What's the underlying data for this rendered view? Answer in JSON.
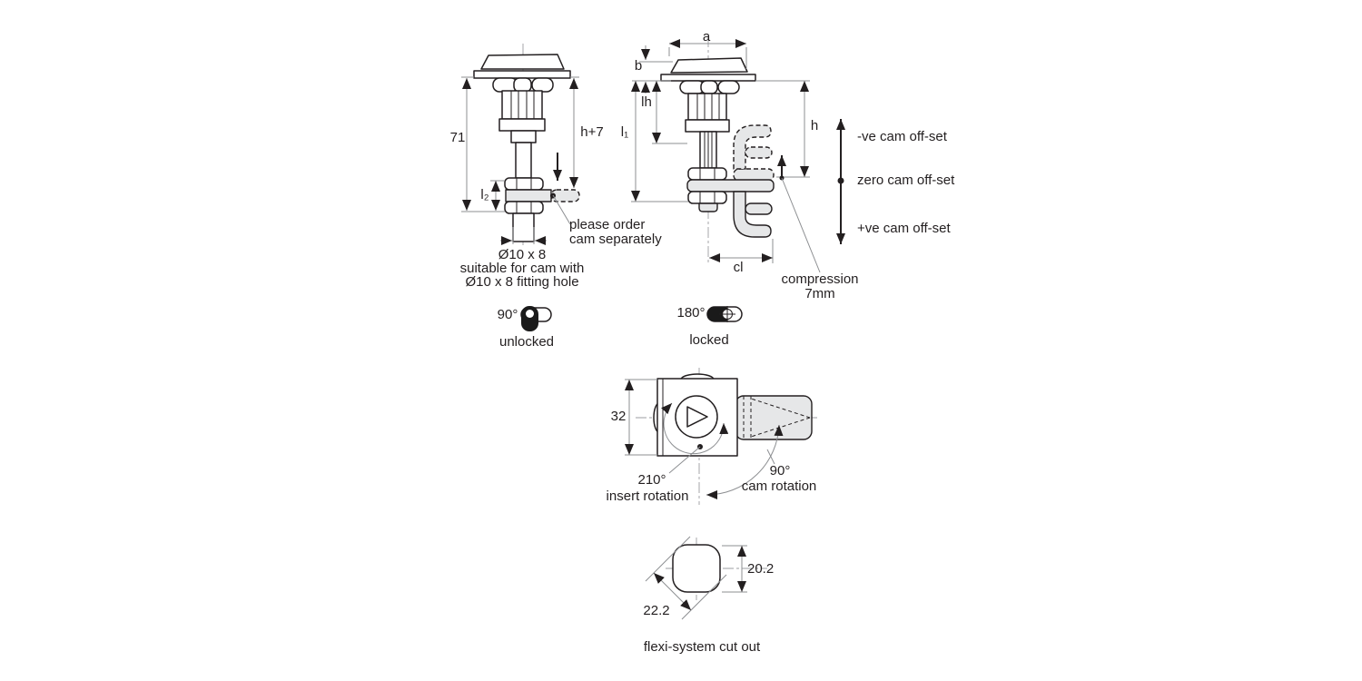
{
  "figure": {
    "left_view": {
      "dim_71": "71",
      "dim_h7": "h+7",
      "dim_l2": "l₂",
      "note_line1": "please order",
      "note_line2": "cam separately",
      "cap_line1": "Ø10 x 8",
      "cap_line2": "suitable for cam with",
      "cap_line3": "Ø10 x 8 fitting hole"
    },
    "right_view": {
      "dim_a": "a",
      "dim_b": "b",
      "dim_lh": "lh",
      "dim_l1": "l₁",
      "dim_h": "h",
      "dim_cl": "cl",
      "note_line1": "compression",
      "note_line2": "7mm"
    },
    "offset_legend": {
      "neg": "-ve cam off-set",
      "zero": "zero cam off-set",
      "pos": "+ve cam off-set"
    },
    "states": {
      "unlocked_angle": "90°",
      "unlocked_label": "unlocked",
      "locked_angle": "180°",
      "locked_label": "locked"
    },
    "top_view": {
      "dim_32": "32",
      "insert_angle": "210°",
      "insert_label": "insert rotation",
      "cam_angle": "90°",
      "cam_label": "cam rotation"
    },
    "cutout_view": {
      "dim_height": "20.2",
      "dim_diag": "22.2",
      "caption": "flexi-system cut out"
    },
    "colors": {
      "line": "#231f20",
      "dim_line": "#8d8f92",
      "gray_fill": "#e6e7e8"
    }
  }
}
